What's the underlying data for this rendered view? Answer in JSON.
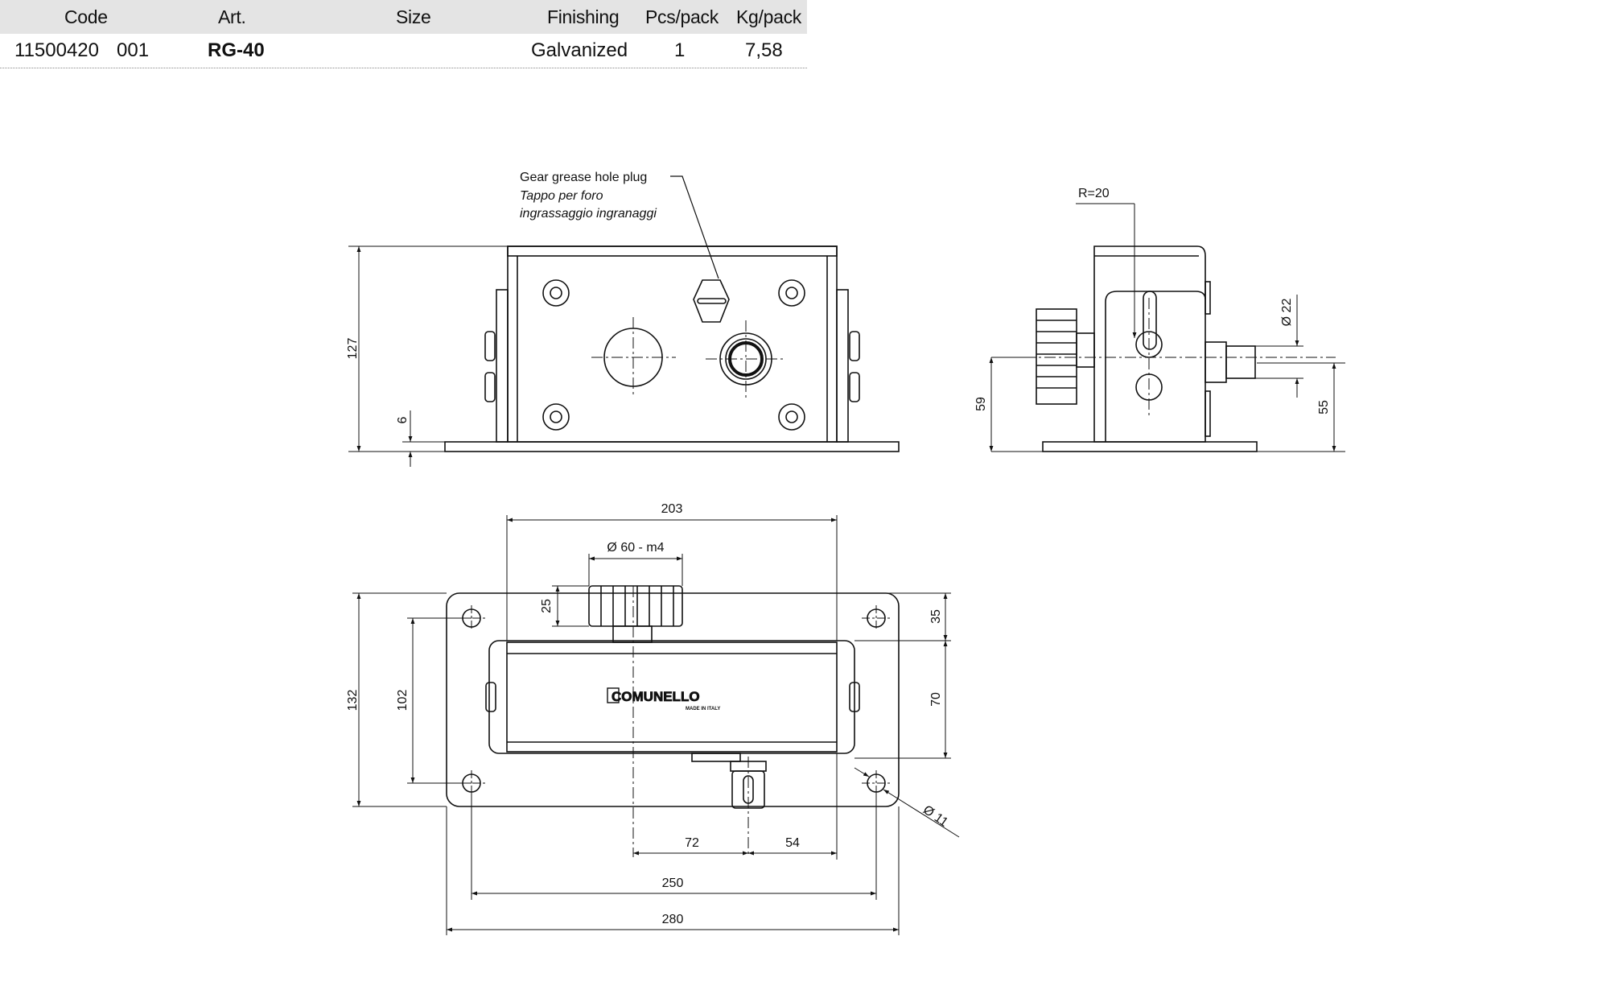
{
  "table": {
    "headers": {
      "code": "Code",
      "art": "Art.",
      "size": "Size",
      "finishing": "Finishing",
      "pcs": "Pcs/pack",
      "kg": "Kg/pack"
    },
    "row": {
      "code": "11500420",
      "variant": "001",
      "art": "RG-40",
      "size": "",
      "finishing": "Galvanized",
      "pcs": "1",
      "kg": "7,58"
    }
  },
  "drawing": {
    "callout_en": "Gear grease hole plug",
    "callout_it_1": "Tappo per foro",
    "callout_it_2": "ingrassaggio ingranaggi",
    "brand": "COMUNELLO",
    "brand_sub": "MADE IN ITALY",
    "dims": {
      "height_127": "127",
      "base_6": "6",
      "r20": "R=20",
      "d22": "Ø 22",
      "h59": "59",
      "h55": "55",
      "w203": "203",
      "gear_d60": "Ø 60 - m4",
      "gear_25": "25",
      "h35": "35",
      "h70": "70",
      "h132": "132",
      "h102": "102",
      "hole_d11": "Ø 11",
      "w72": "72",
      "w54": "54",
      "w250": "250",
      "w280": "280"
    }
  }
}
